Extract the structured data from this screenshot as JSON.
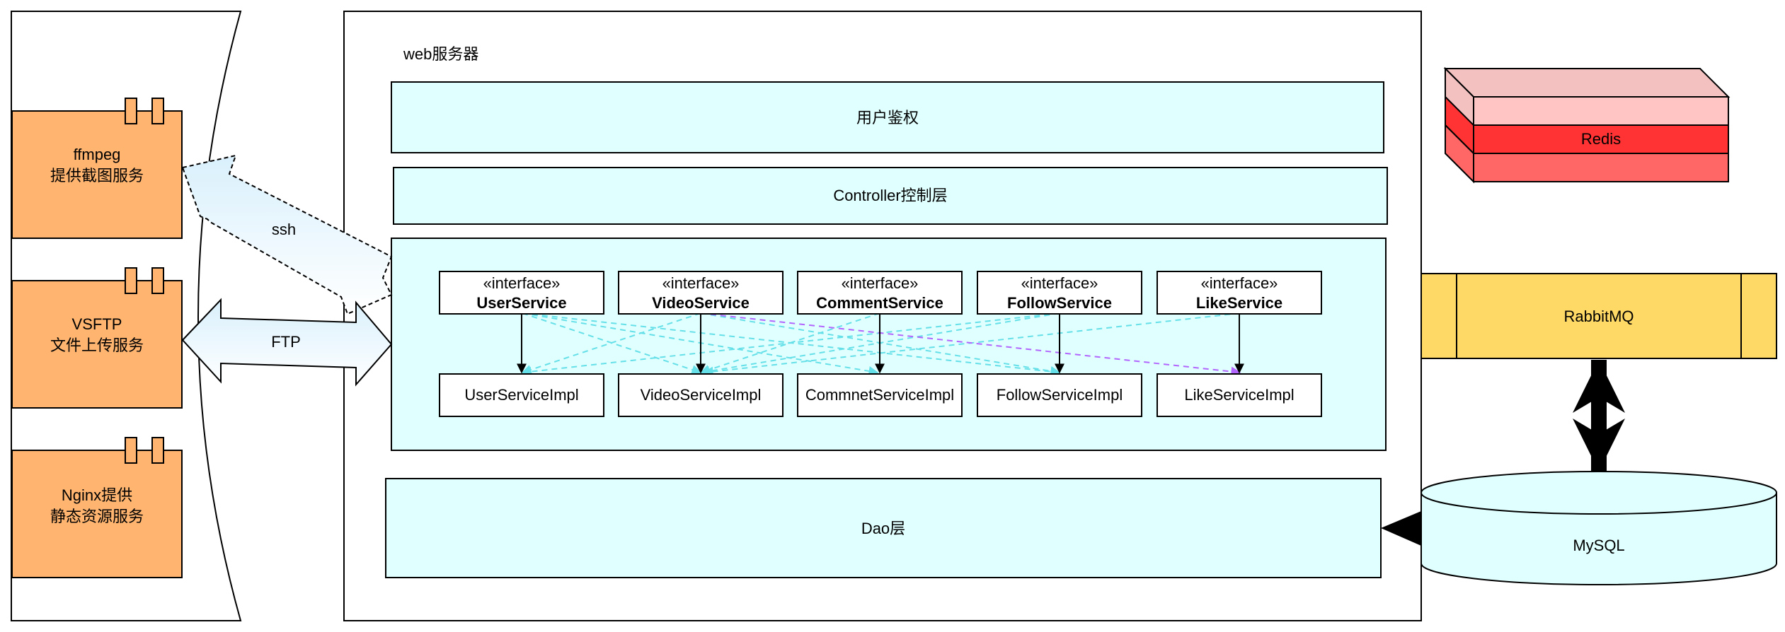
{
  "server_title": "web服务器",
  "layers": {
    "auth": "用户鉴权",
    "controller": "Controller控制层",
    "dao": "Dao层"
  },
  "interfaces": [
    {
      "stereotype": "«interface»",
      "name": "UserService"
    },
    {
      "stereotype": "«interface»",
      "name": "VideoService"
    },
    {
      "stereotype": "«interface»",
      "name": "CommentService"
    },
    {
      "stereotype": "«interface»",
      "name": "FollowService"
    },
    {
      "stereotype": "«interface»",
      "name": "LikeService"
    }
  ],
  "impls": [
    "UserServiceImpl",
    "VideoServiceImpl",
    "CommnetServiceImpl",
    "FollowServiceImpl",
    "LikeServiceImpl"
  ],
  "left_components": [
    {
      "line1": "ffmpeg",
      "line2": "提供截图服务"
    },
    {
      "line1": "VSFTP",
      "line2": "文件上传服务"
    },
    {
      "line1": "Nginx提供",
      "line2": "静态资源服务"
    }
  ],
  "connections": {
    "ssh": "ssh",
    "ftp": "FTP"
  },
  "external": {
    "redis": "Redis",
    "rabbitmq": "RabbitMQ",
    "mysql": "MySQL"
  },
  "colors": {
    "component": "#FFB570",
    "layer": "#E0FFFF",
    "redis_top": "#F4C1C1",
    "redis_mid": "#FF3333",
    "redis_low": "#FF6666",
    "rabbitmq": "#FFD966",
    "mysql": "#E0FFFF",
    "dashed_cyan": "#66E0E8",
    "dashed_purple": "#B266FF"
  }
}
